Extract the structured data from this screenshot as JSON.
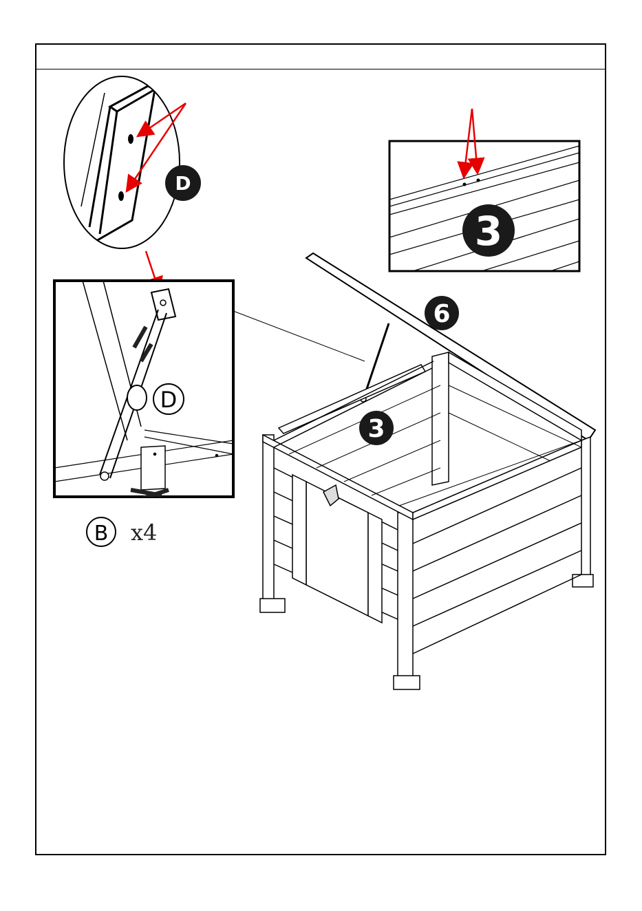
{
  "page": {
    "header_title": ""
  },
  "callouts": {
    "part_d_detail_label": "D",
    "part_d_bracket_label": "D",
    "part_3_detail_label": "3",
    "part_3_main_label": "3",
    "part_6_label": "6",
    "part_b_label": "B",
    "part_b_quantity": "x4"
  },
  "colors": {
    "arrow": "#e60000",
    "line": "#000000",
    "badge_fill": "#1a1a1a",
    "badge_text": "#ffffff"
  }
}
